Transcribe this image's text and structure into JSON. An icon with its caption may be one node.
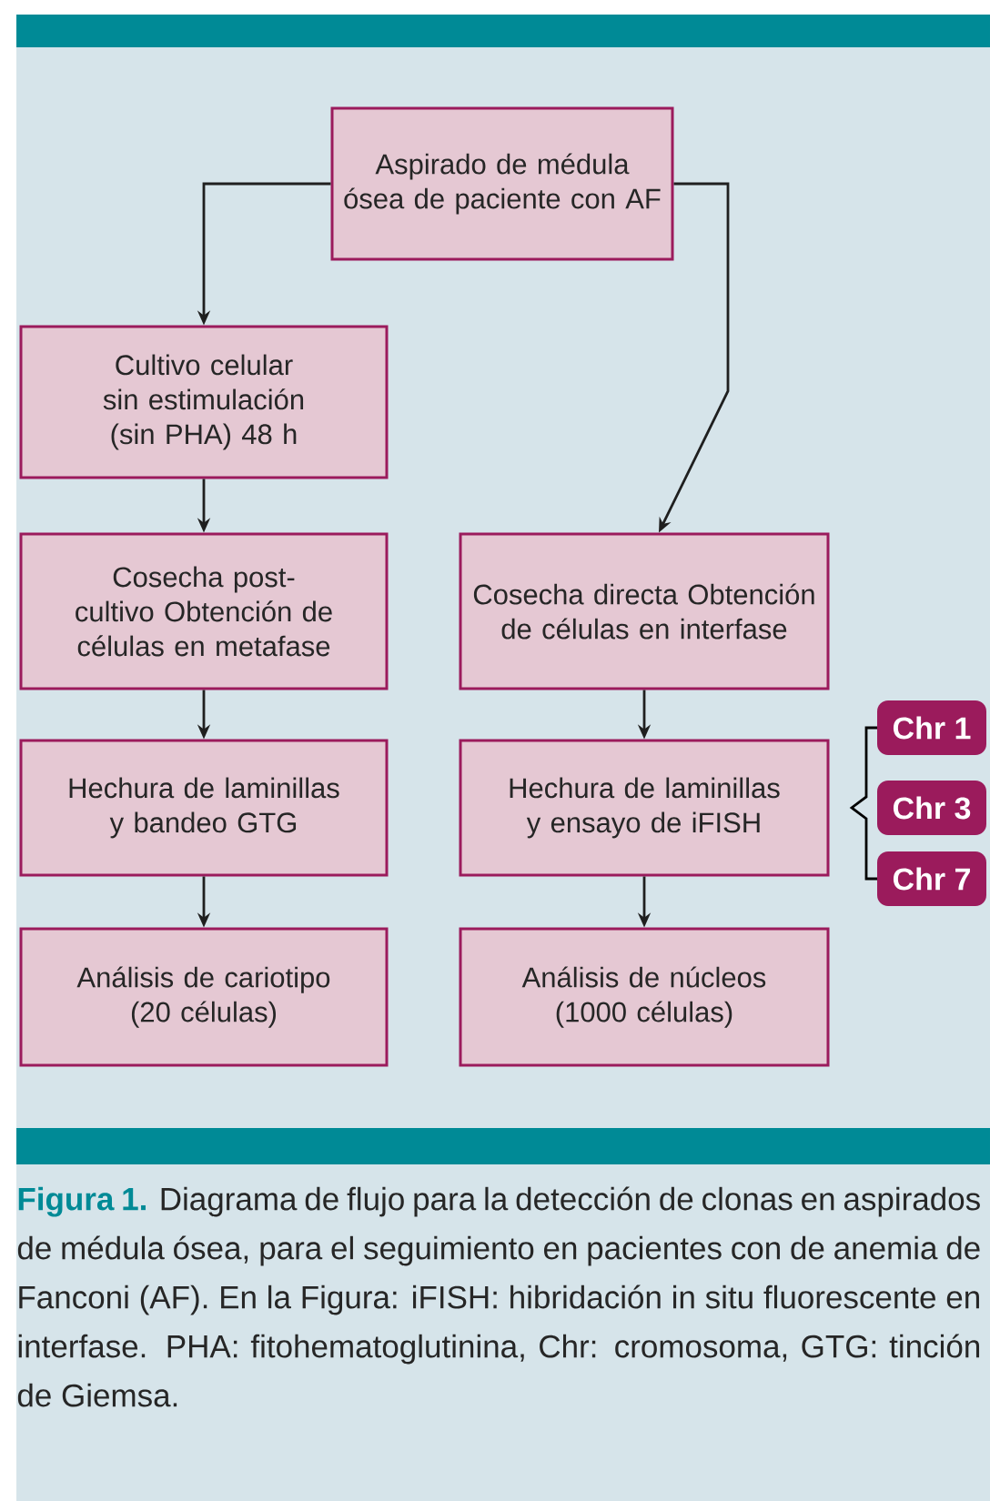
{
  "diagram": {
    "caption": "**Figura 1.** Diagrama de flujo para la detección de clonas en aspirados de médula ósea, para el seguimiento en pacientes con de anemia de Fanconi (AF). En la Figura: iFISH: hibridación in situ fluorescente en interfase. PHA: fitohematoglutinina, Chr: cromosoma, GTG: tinción de Giemsa.",
    "nodes": [
      {
        "text": [
          "Aspirado de médula ósea de paciente con AF"
        ]
      },
      {
        "text": [
          "Cultivo celular sin estimulación (sin PHA) 48 h"
        ]
      },
      {
        "text": [
          "Cosecha post-cultivo Obtención de células en metafase"
        ]
      },
      {
        "text": [
          "Cosecha directa Obtención de células en interfase"
        ]
      },
      {
        "text": [
          "Hechura de laminillas y bandeo GTG"
        ]
      },
      {
        "text": [
          "Hechura de laminillas y ensayo de iFISH"
        ]
      },
      {
        "text": [
          "Chr 1"
        ]
      },
      {
        "text": [
          "Chr 3"
        ]
      },
      {
        "text": [
          "Chr 7"
        ]
      },
      {
        "text": [
          "Análisis de cariotipo (20 células)"
        ]
      },
      {
        "text": [
          "Análisis de núcleos (1000 células)"
        ]
      }
    ],
    "edges": [
      {
        "from": 0,
        "to": 1,
        "arrow": "to"
      },
      {
        "from": 0,
        "to": 3,
        "arrow": "to"
      },
      {
        "from": 1,
        "to": 2,
        "arrow": "to"
      },
      {
        "from": 3,
        "to": 5,
        "arrow": "to"
      },
      {
        "from": 2,
        "to": 4,
        "arrow": "to"
      },
      {
        "from": 5,
        "to": 10,
        "arrow": "to"
      },
      {
        "from": 4,
        "to": 9,
        "arrow": "to"
      }
    ]
  }
}
